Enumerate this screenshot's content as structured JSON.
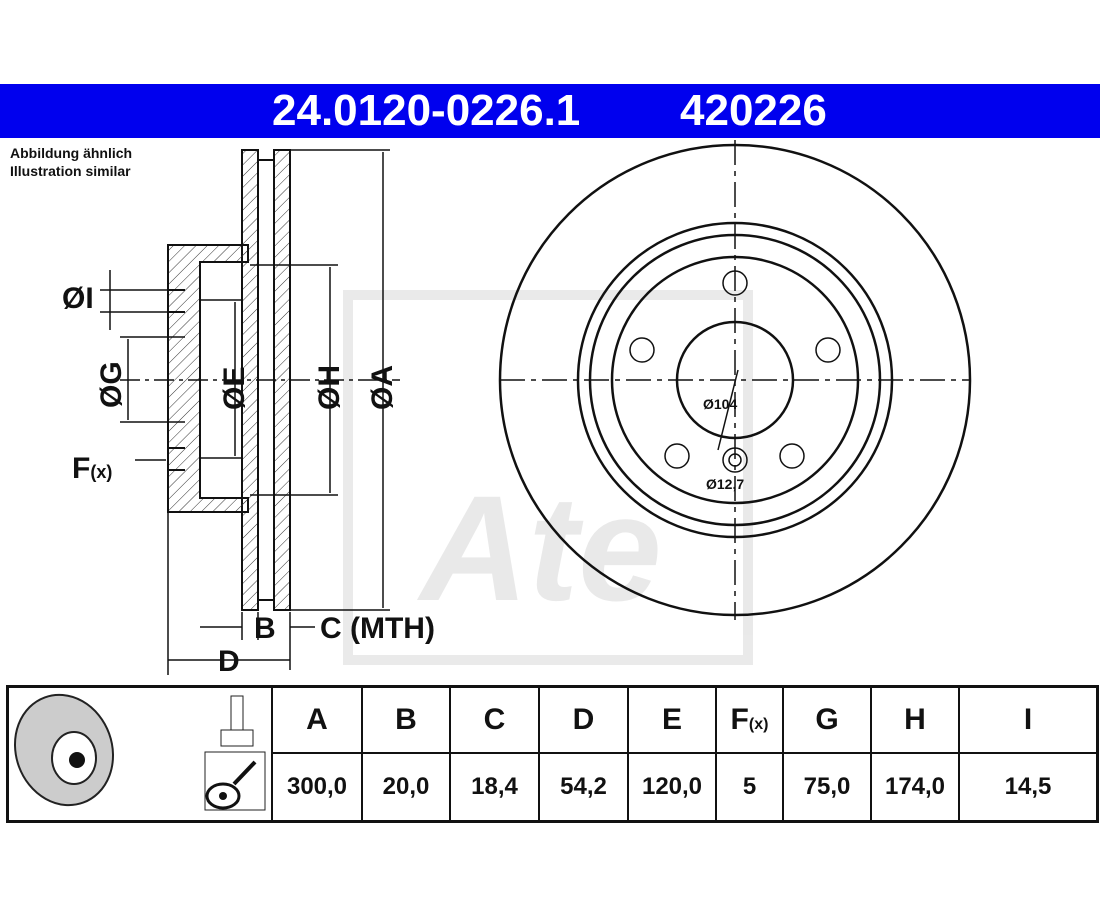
{
  "header": {
    "part_number": "24.0120-0226.1",
    "code": "420226"
  },
  "note": {
    "line1": "Abbildung ähnlich",
    "line2": "Illustration similar"
  },
  "labels": {
    "I": "ØI",
    "G": "ØG",
    "F": "F",
    "F_sub": "(x)",
    "E": "ØE",
    "H": "ØH",
    "A": "ØA",
    "B": "B",
    "C": "C (MTH)",
    "D": "D",
    "center_bore": "Ø104",
    "bolt_hole": "Ø12,7"
  },
  "watermark": "Ate",
  "table": {
    "headers": [
      "A",
      "B",
      "C",
      "D",
      "E",
      "F",
      "G",
      "H",
      "I"
    ],
    "f_sub": "(x)",
    "values": [
      "300,0",
      "20,0",
      "18,4",
      "54,2",
      "120,0",
      "5",
      "75,0",
      "174,0",
      "14,5"
    ]
  }
}
